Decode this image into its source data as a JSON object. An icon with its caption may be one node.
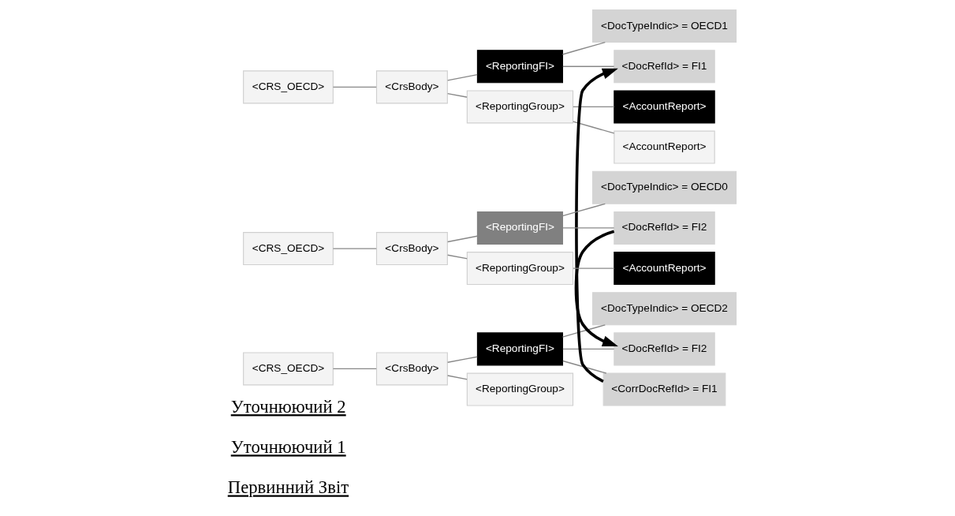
{
  "diagram": {
    "nodes": [
      {
        "text": [
          "<CRS_OECD>"
        ]
      },
      {
        "text": [
          "<CrsBody>"
        ]
      },
      {
        "text": [
          "<ReportingFI>"
        ]
      },
      {
        "text": [
          "<DocTypeIndic> = OECD1"
        ]
      },
      {
        "text": [
          "<DocRefId> = FI1"
        ]
      },
      {
        "text": [
          "<ReportingGroup>"
        ]
      },
      {
        "text": [
          "<AccountReport>"
        ]
      },
      {
        "text": [
          "<AccountReport>"
        ]
      },
      {
        "text": [
          "<CRS_OECD>"
        ]
      },
      {
        "text": [
          "<CrsBody>"
        ]
      },
      {
        "text": [
          "<ReportingFI>"
        ]
      },
      {
        "text": [
          "<DocTypeIndic> = OECD2"
        ]
      },
      {
        "text": [
          "<DocRefId> = FI2"
        ]
      },
      {
        "text": [
          "<CorrDocRefId> = FI1"
        ]
      },
      {
        "text": [
          "<ReportingGroup>"
        ]
      },
      {
        "text": [
          "<CRS_OECD>"
        ]
      },
      {
        "text": [
          "<CrsBody>"
        ]
      },
      {
        "text": [
          "<ReportingFI>"
        ]
      },
      {
        "text": [
          "<DocTypeIndic> = OECD0"
        ]
      },
      {
        "text": [
          "<DocRefId> = FI2"
        ]
      },
      {
        "text": [
          "<ReportingGroup>"
        ]
      },
      {
        "text": [
          "<AccountReport>"
        ]
      }
    ],
    "edges": [
      {
        "from": 0,
        "to": 1,
        "arrow": "none"
      },
      {
        "from": 1,
        "to": 2,
        "arrow": "none"
      },
      {
        "from": 2,
        "to": 3,
        "arrow": "none"
      },
      {
        "from": 2,
        "to": 4,
        "arrow": "none"
      },
      {
        "from": 1,
        "to": 5,
        "arrow": "none"
      },
      {
        "from": 5,
        "to": 6,
        "arrow": "none"
      },
      {
        "from": 5,
        "to": 7,
        "arrow": "none"
      },
      {
        "from": 8,
        "to": 9,
        "arrow": "none"
      },
      {
        "from": 9,
        "to": 10,
        "arrow": "none"
      },
      {
        "from": 10,
        "to": 11,
        "arrow": "none"
      },
      {
        "from": 10,
        "to": 12,
        "arrow": "none"
      },
      {
        "from": 10,
        "to": 13,
        "arrow": "none"
      },
      {
        "from": 9,
        "to": 14,
        "arrow": "none"
      },
      {
        "from": 15,
        "to": 16,
        "arrow": "none"
      },
      {
        "from": 16,
        "to": 17,
        "arrow": "none"
      },
      {
        "from": 17,
        "to": 18,
        "arrow": "none"
      },
      {
        "from": 17,
        "to": 19,
        "arrow": "none"
      },
      {
        "from": 16,
        "to": 20,
        "arrow": "none"
      },
      {
        "from": 20,
        "to": 21,
        "arrow": "none"
      },
      {
        "from": 13,
        "to": 4,
        "arrow": "to",
        "style": "thick",
        "color": "#000000"
      },
      {
        "from": 19,
        "to": 12,
        "arrow": "to",
        "style": "thick",
        "color": "#000000"
      }
    ],
    "labels": [
      "Первинний Звіт",
      "Уточнюючий 1",
      "Уточнюючий 2"
    ]
  }
}
